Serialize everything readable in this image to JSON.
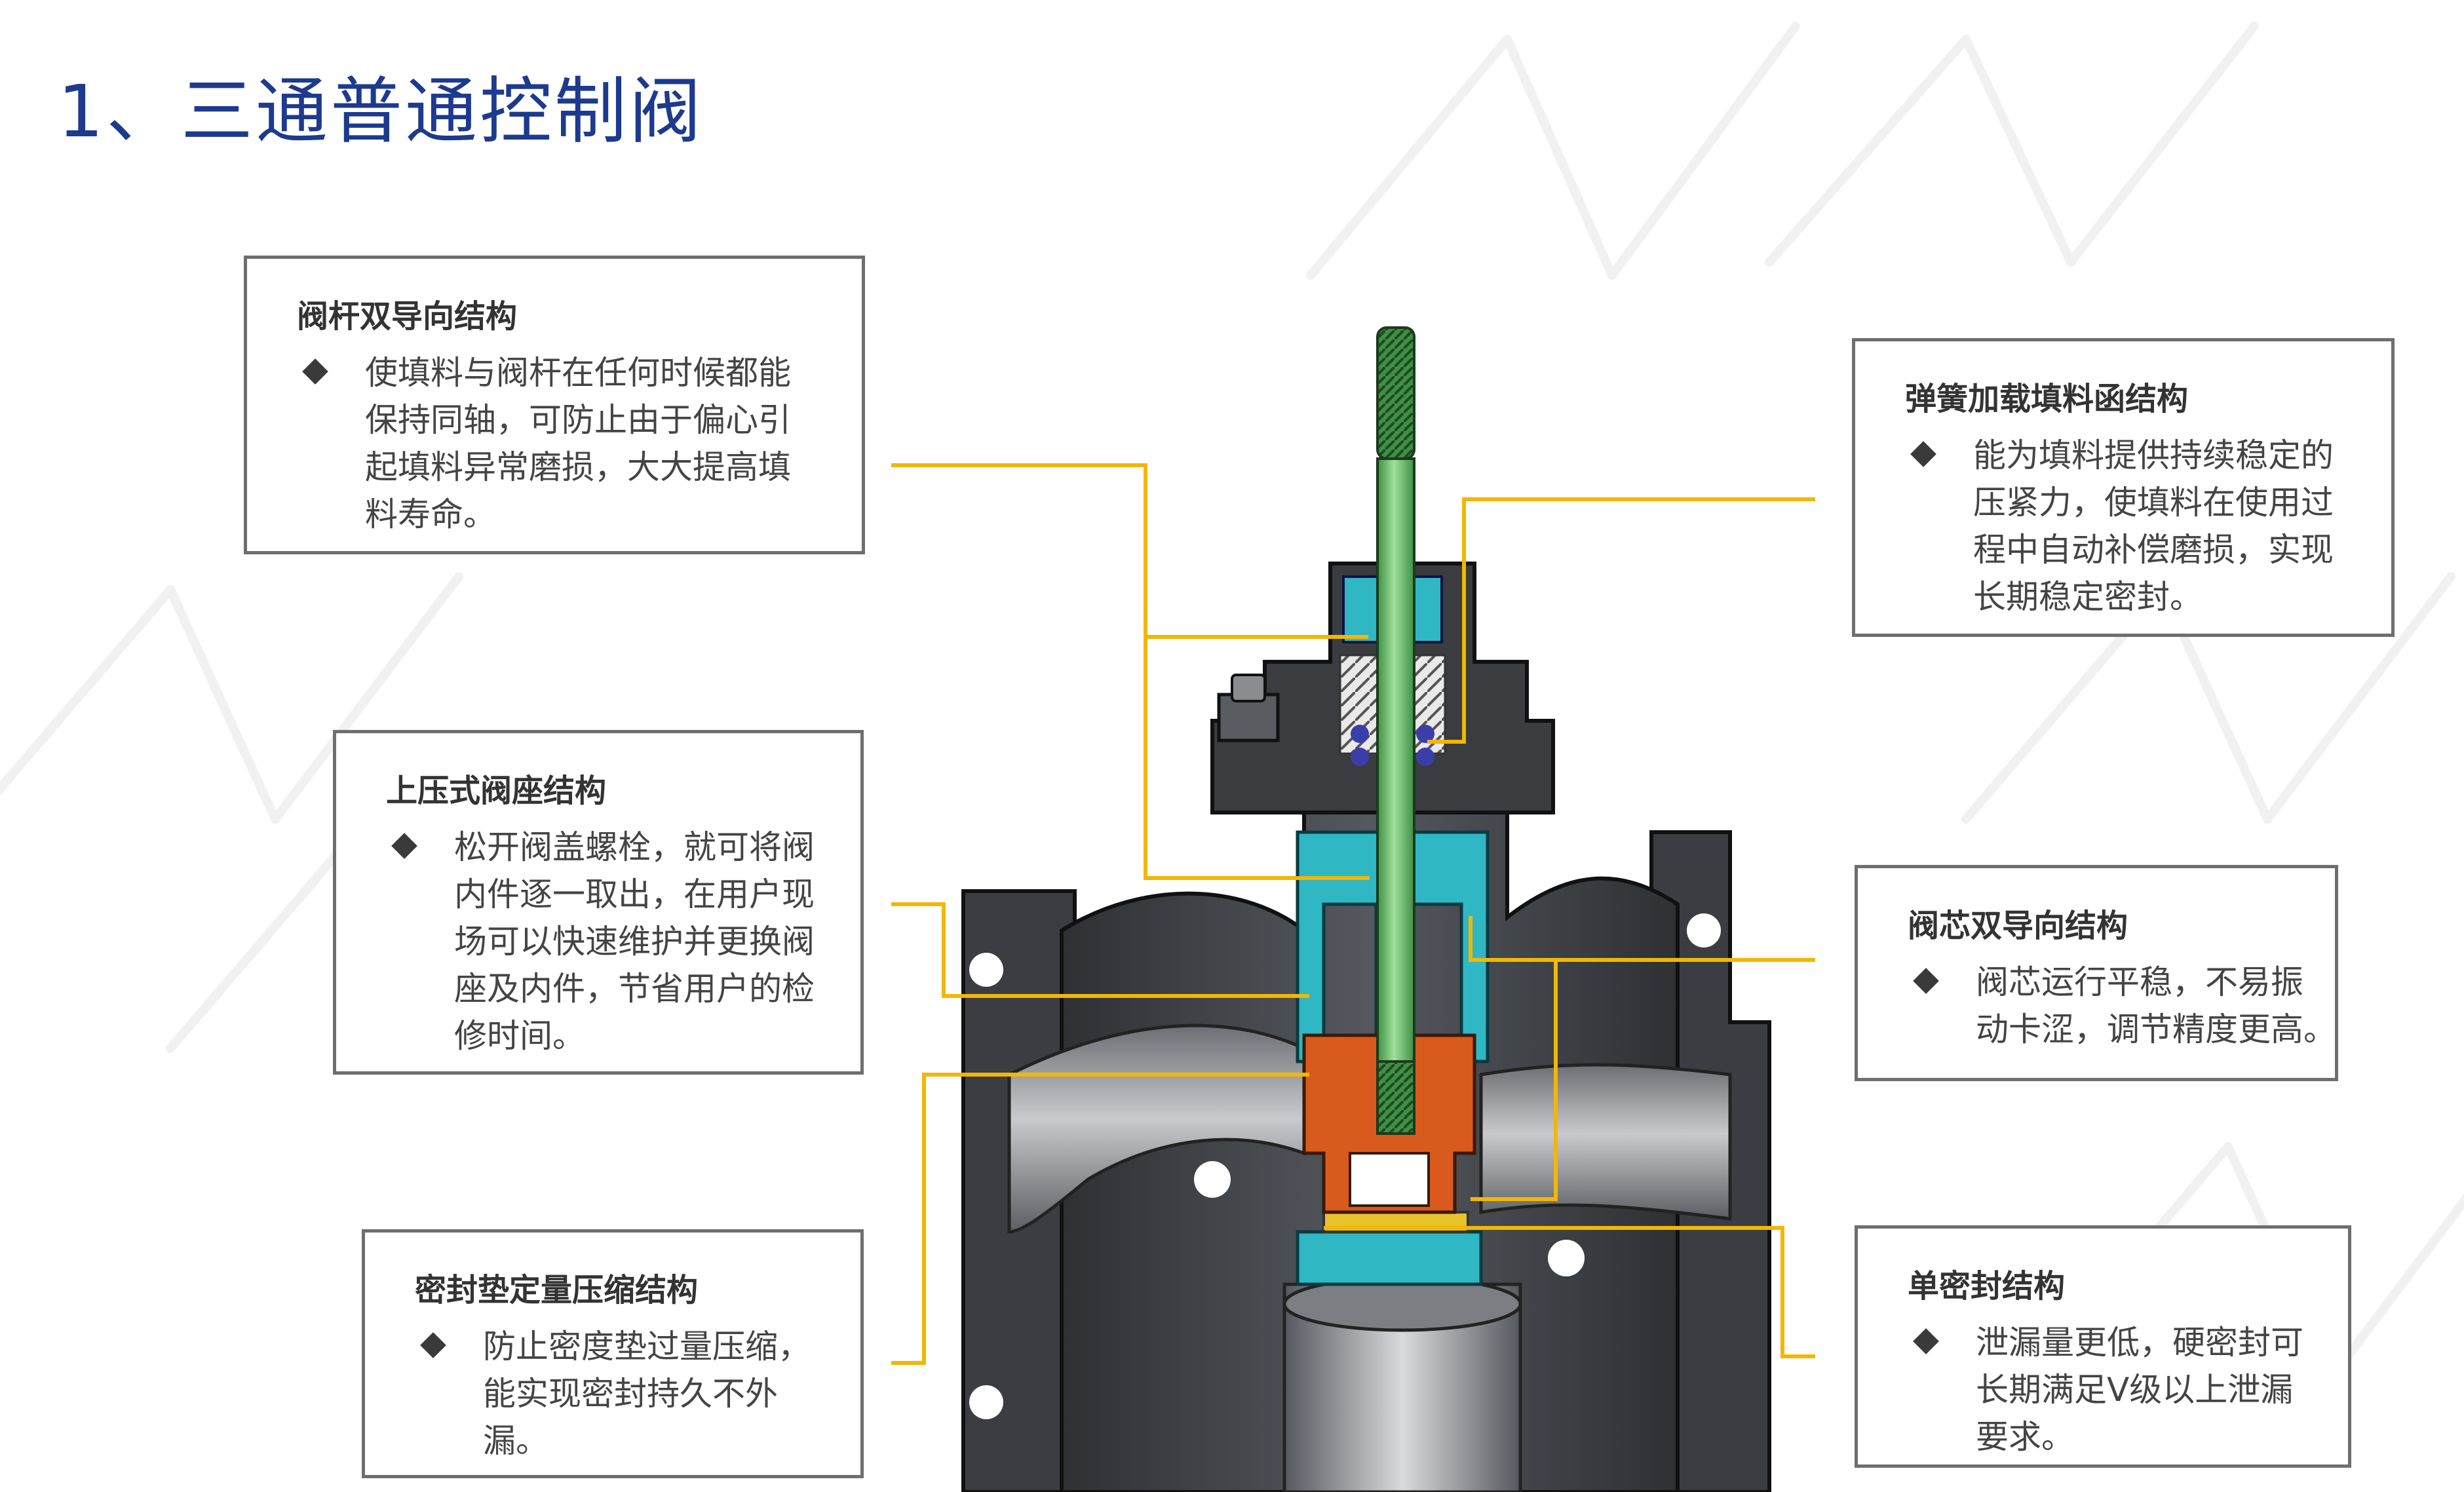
{
  "page": {
    "title": "1、三通普通控制阀"
  },
  "colors": {
    "title": "#1d3a8f",
    "leader_line": "#f2b705",
    "box_border": "#6e6e6e",
    "body_dark": "#3d3f44",
    "body_mid": "#5a5d63",
    "cavity": "#9a9ca0",
    "stem": "#7fcf7a",
    "guide_cyan": "#2fb7c4",
    "plug_orange": "#d85a1c",
    "seat_yellow": "#e8c22a"
  },
  "icons": {
    "bullet": "diamond-bullet-icon"
  },
  "callouts": [
    {
      "id": "stem-guide",
      "title": "阀杆双导向结构",
      "lines": [
        "使填料与阀杆在任何时候都能",
        "保持同轴，可防止由于偏心引",
        "起填料异常磨损，大大提高填",
        "料寿命。"
      ]
    },
    {
      "id": "spring-packing",
      "title": "弹簧加载填料函结构",
      "lines": [
        "能为填料提供持续稳定的",
        "压紧力，使填料在使用过",
        "程中自动补偿磨损，实现",
        "长期稳定密封。"
      ]
    },
    {
      "id": "top-seat",
      "title": "上压式阀座结构",
      "lines": [
        "松开阀盖螺栓，就可将阀",
        "内件逐一取出，在用户现",
        "场可以快速维护并更换阀",
        "座及内件，节省用户的检",
        "修时间。"
      ]
    },
    {
      "id": "plug-guide",
      "title": "阀芯双导向结构",
      "lines": [
        "阀芯运行平稳，不易振",
        "动卡涩，调节精度更高。"
      ]
    },
    {
      "id": "gasket-compression",
      "title": "密封垫定量压缩结构",
      "lines": [
        "防止密度垫过量压缩，",
        "能实现密封持久不外",
        "漏。"
      ]
    },
    {
      "id": "single-seal",
      "title": "单密封结构",
      "lines": [
        "泄漏量更低，硬密封可",
        "长期满足V级以上泄漏",
        "要求。"
      ]
    }
  ]
}
